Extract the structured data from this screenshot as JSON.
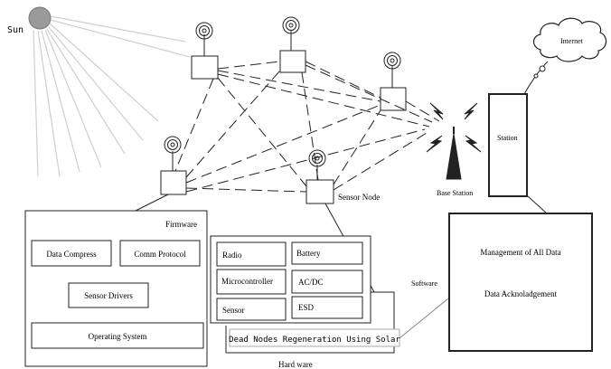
{
  "labels": {
    "sun": "Sun",
    "internet": "Internet",
    "station": "Station",
    "base_station": "Base Station",
    "sensor_node": "Sensor Node",
    "firmware": "Firmware",
    "software": "Software",
    "hardware": "Hard ware"
  },
  "firmware_boxes": {
    "data_compress": "Data Compress",
    "comm_protocol": "Comm Protocol",
    "sensor_drivers": "Sensor Drivers",
    "operating_system": "Operating System"
  },
  "hardware_boxes": {
    "radio": "Radio",
    "battery": "Battery",
    "microcontroller": "Microcontroller",
    "acdc": "AC/DC",
    "sensor": "Sensor",
    "esd": "ESD"
  },
  "software_items": {
    "management": "Management of All Data",
    "acknowledgement": "Data Acknoladgement"
  },
  "solar_label": "Dead Nodes Regeneration Using Solar",
  "colors": {
    "line": "#222222",
    "sun": "#9a9a9a",
    "ray": "#cfcfcf"
  }
}
